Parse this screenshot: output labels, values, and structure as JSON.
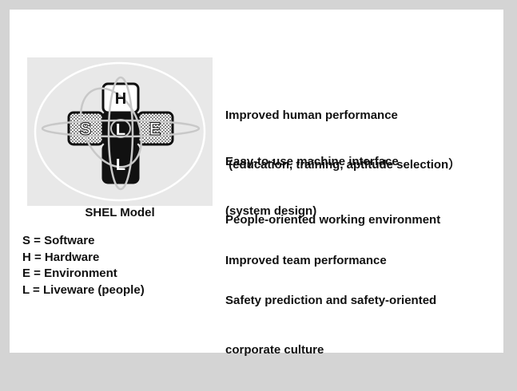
{
  "diagram": {
    "blocks": {
      "top": "H",
      "left": "S",
      "center": "L",
      "right": "E",
      "bottom": "L"
    }
  },
  "model_title": "SHEL Model",
  "legend": [
    "S = Software",
    "H = Hardware",
    "E = Environment",
    "L = Liveware (people)"
  ],
  "points": [
    {
      "line1": "Improved human performance",
      "line2": " (education, training, aptitude selection）"
    },
    {
      "line1": "Easy-to-use machine interface",
      "line2": "(system design)"
    },
    {
      "line1": "People-oriented working environment",
      "line2": ""
    },
    {
      "line1": "Improved team performance",
      "line2": ""
    },
    {
      "line1": "Safety prediction and safety-oriented",
      "line2": "corporate culture"
    }
  ]
}
